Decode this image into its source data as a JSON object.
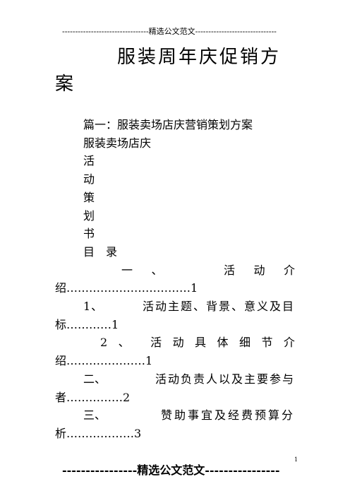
{
  "header": {
    "text": "---------------------------------精选公文范文-------------------------------"
  },
  "title": {
    "line1": "服装周年庆促销方",
    "line2": "案"
  },
  "content": {
    "lines": [
      "篇一：服装卖场店庆营销策划方案",
      "服装卖场店庆",
      "活",
      "动",
      "策",
      "划",
      "书",
      "目　录"
    ],
    "toc": {
      "item1_a": [
        "一",
        "、",
        "活",
        "动",
        "介"
      ],
      "item1_b": "绍……………………………1",
      "item2_a": [
        "1、",
        "活动主题、背景、意义及目"
      ],
      "item2_b": "标…………1",
      "item3_a": [
        "2",
        "、",
        "活",
        "动",
        "具",
        "体",
        "细",
        "节",
        "介"
      ],
      "item3_b": "绍…………………1",
      "item4_a": [
        "二、",
        "活动负责人以及主要参与"
      ],
      "item4_b": "者……………2",
      "item5_a": [
        "三、",
        "赞助事宜及经费预算分"
      ],
      "item5_b": "析………………3"
    }
  },
  "footer": {
    "text": "----------------精选公文范文----------------",
    "page_number": "1"
  }
}
